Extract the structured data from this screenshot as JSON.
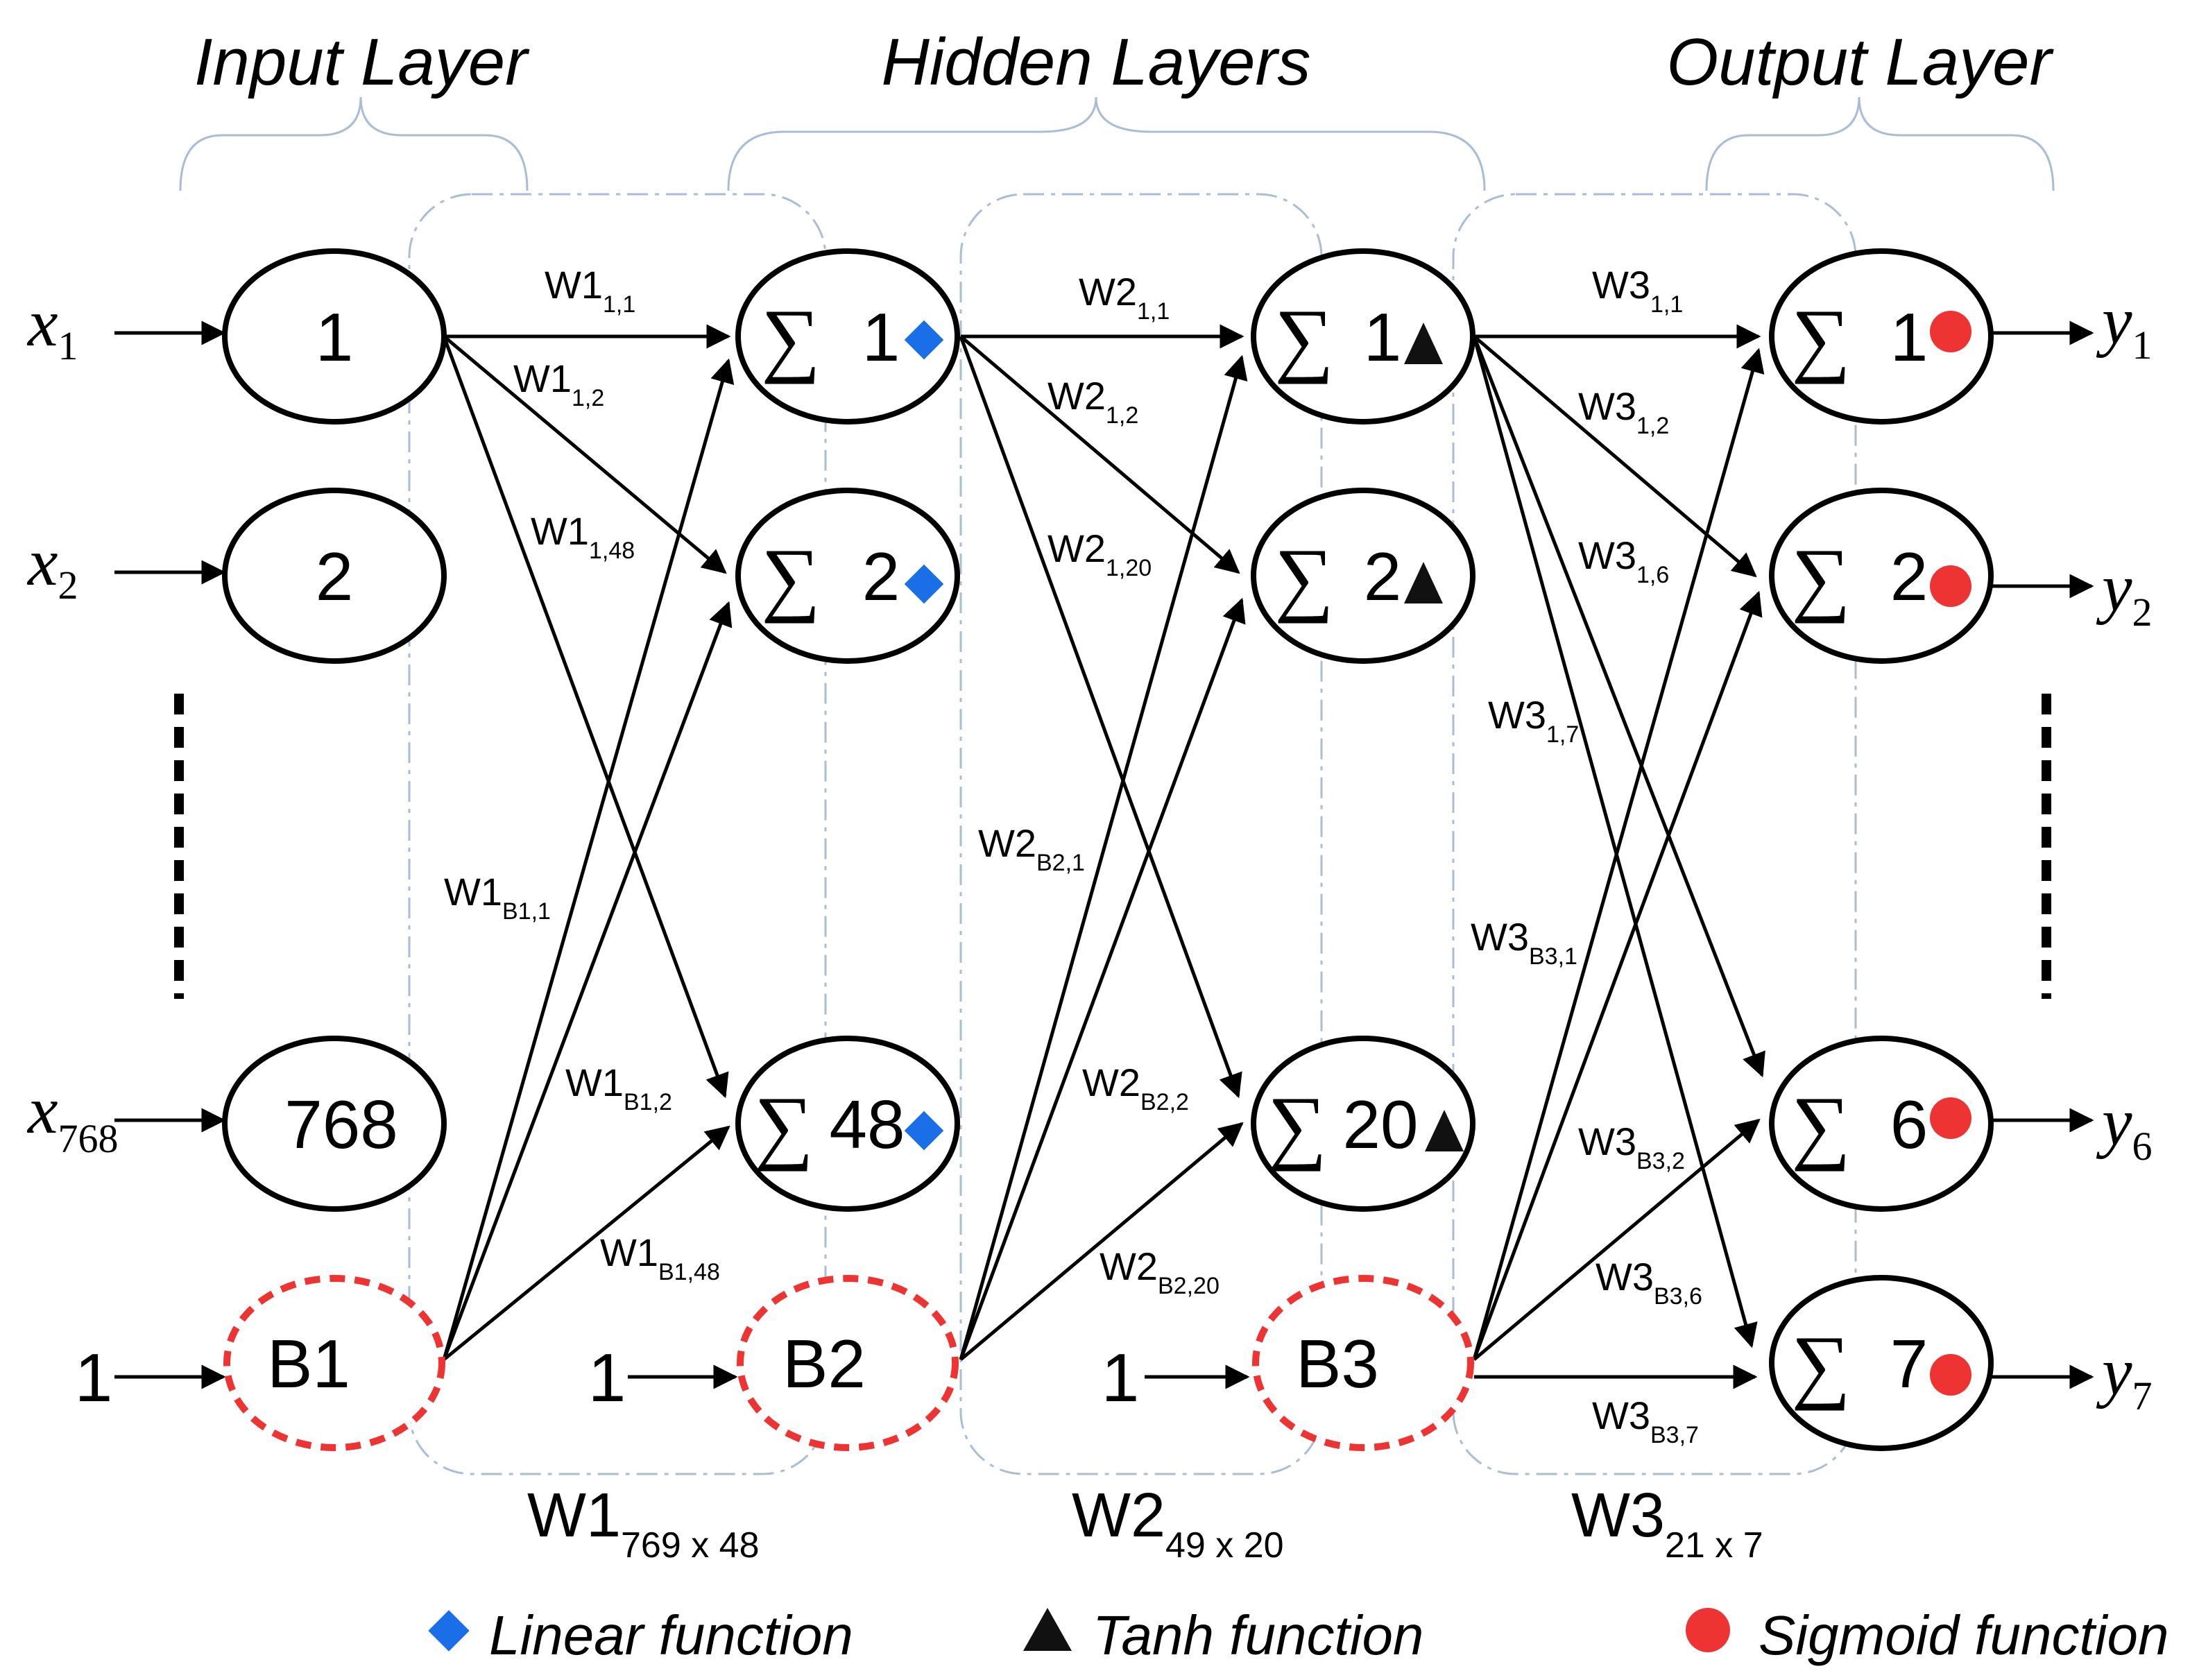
{
  "headers": {
    "input": "Input Layer",
    "hidden": "Hidden Layers",
    "output": "Output Layer"
  },
  "inputs": [
    {
      "var": "x",
      "sub": "1",
      "node": "1"
    },
    {
      "var": "x",
      "sub": "2",
      "node": "2"
    },
    {
      "var": "x",
      "sub": "768",
      "node": "768"
    }
  ],
  "bias_nodes": [
    {
      "input": "1",
      "label": "B1"
    },
    {
      "input": "1",
      "label": "B2"
    },
    {
      "input": "1",
      "label": "B3"
    }
  ],
  "hidden1": {
    "sigma": "∑",
    "nodes": [
      "1",
      "2",
      "48"
    ]
  },
  "hidden2": {
    "sigma": "∑",
    "nodes": [
      "1",
      "2",
      "20"
    ]
  },
  "output": {
    "sigma": "∑",
    "nodes": [
      "1",
      "2",
      "6",
      "7"
    ]
  },
  "outputs": [
    {
      "var": "y",
      "sub": "1"
    },
    {
      "var": "y",
      "sub": "2"
    },
    {
      "var": "y",
      "sub": "6"
    },
    {
      "var": "y",
      "sub": "7"
    }
  ],
  "weights": {
    "w1": [
      {
        "main": "W1",
        "sub": "1,1"
      },
      {
        "main": "W1",
        "sub": "1,2"
      },
      {
        "main": "W1",
        "sub": "1,48"
      },
      {
        "main": "W1",
        "sub": "B1,1"
      },
      {
        "main": "W1",
        "sub": "B1,2"
      },
      {
        "main": "W1",
        "sub": "B1,48"
      }
    ],
    "w2": [
      {
        "main": "W2",
        "sub": "1,1"
      },
      {
        "main": "W2",
        "sub": "1,2"
      },
      {
        "main": "W2",
        "sub": "1,20"
      },
      {
        "main": "W2",
        "sub": "B2,1"
      },
      {
        "main": "W2",
        "sub": "B2,2"
      },
      {
        "main": "W2",
        "sub": "B2,20"
      }
    ],
    "w3": [
      {
        "main": "W3",
        "sub": "1,1"
      },
      {
        "main": "W3",
        "sub": "1,2"
      },
      {
        "main": "W3",
        "sub": "1,6"
      },
      {
        "main": "W3",
        "sub": "1,7"
      },
      {
        "main": "W3",
        "sub": "B3,1"
      },
      {
        "main": "W3",
        "sub": "B3,2"
      },
      {
        "main": "W3",
        "sub": "B3,6"
      },
      {
        "main": "W3",
        "sub": "B3,7"
      }
    ]
  },
  "matrices": [
    {
      "main": "W1",
      "sub": "769 x 48"
    },
    {
      "main": "W2",
      "sub": "49 x 20"
    },
    {
      "main": "W3",
      "sub": "21 x 7"
    }
  ],
  "legend": {
    "linear": "Linear function",
    "tanh": "Tanh function",
    "sigmoid": "Sigmoid function"
  },
  "colors": {
    "linear_marker": "#1a6fe8",
    "tanh_marker": "#111111",
    "sigmoid_marker": "#ee3333",
    "bias_outline": "#ee3333",
    "guide_lines": "#a9bdd6"
  }
}
